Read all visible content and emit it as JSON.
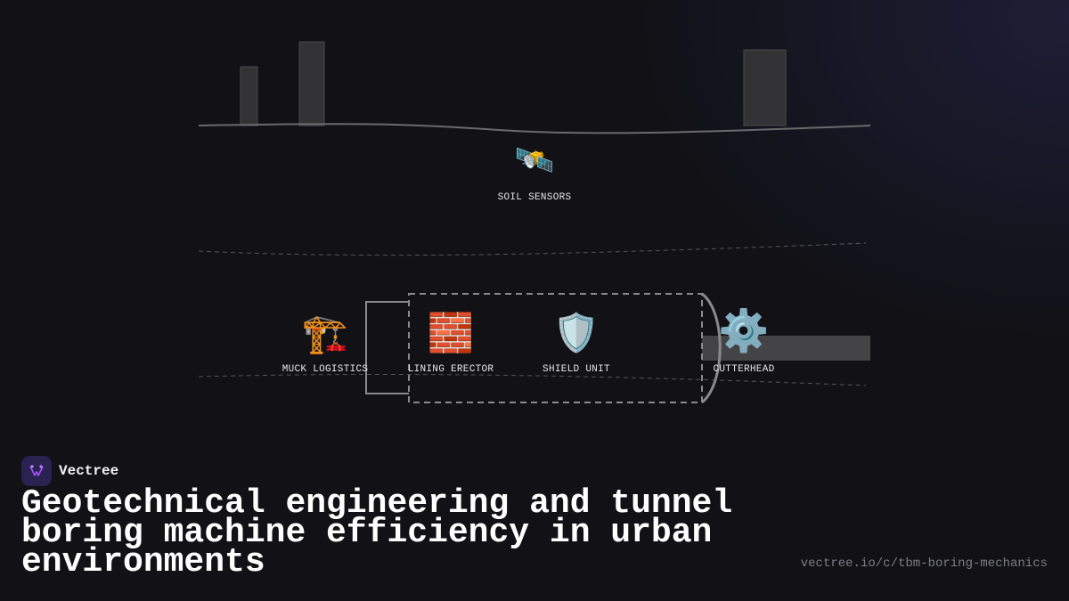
{
  "diagram": {
    "nodes": {
      "soil_sensors": {
        "label": "SOIL SENSORS",
        "icon": "satellite-icon",
        "glyph": "🛰️"
      },
      "muck_logistics": {
        "label": "MUCK LOGISTICS",
        "icon": "crane-icon",
        "glyph": "🏗️"
      },
      "lining_erector": {
        "label": "LINING ERECTOR",
        "icon": "brick-icon",
        "glyph": "🧱"
      },
      "shield_unit": {
        "label": "SHIELD UNIT",
        "icon": "shield-icon",
        "glyph": "🛡️"
      },
      "cutterhead": {
        "label": "CUTTERHEAD",
        "icon": "gear-icon",
        "glyph": "⚙️"
      }
    },
    "colors": {
      "ground_line": "#6a6a6e",
      "building": "#333335",
      "tunnel_outline": "#8a8a8e",
      "boring_bar": "#444446",
      "strata": "#55555a"
    }
  },
  "brand": {
    "name": "Vectree",
    "accent": "#a855f7"
  },
  "headline": "Geotechnical engineering and tunnel boring machine efficiency in urban environments",
  "url": "vectree.io/c/tbm-boring-mechanics"
}
